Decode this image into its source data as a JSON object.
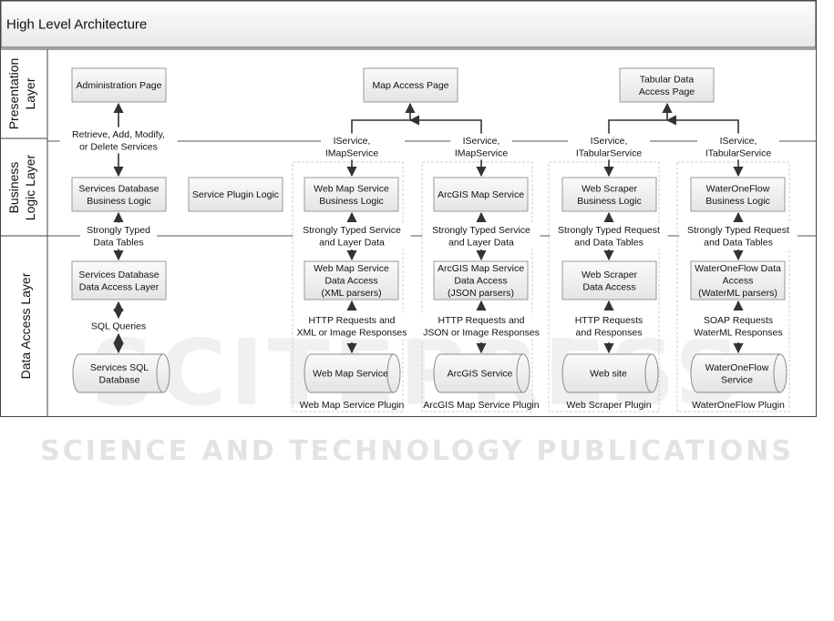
{
  "title": "High Level Architecture",
  "layers": {
    "presentation": [
      "Presentation",
      "Layer"
    ],
    "business": [
      "Business",
      "Logic Layer"
    ],
    "data": [
      "Data Access Layer"
    ]
  },
  "boxes": {
    "admin_page": [
      "Administration Page"
    ],
    "map_access_page": [
      "Map Access Page"
    ],
    "tabular_page": [
      "Tabular Data",
      "Access Page"
    ],
    "services_db_logic": [
      "Services Database",
      "Business Logic"
    ],
    "service_plugin_logic": [
      "Service Plugin Logic"
    ],
    "wms_logic": [
      "Web Map Service",
      "Business Logic"
    ],
    "arcgis_map_service": [
      "ArcGIS Map Service"
    ],
    "scraper_logic": [
      "Web Scraper",
      "Business Logic"
    ],
    "wof_logic": [
      "WaterOneFlow",
      "Business Logic"
    ],
    "services_db_dal": [
      "Services Database",
      "Data Access Layer"
    ],
    "wms_dal": [
      "Web Map Service",
      "Data Access",
      "(XML parsers)"
    ],
    "arcgis_dal": [
      "ArcGIS Map Service",
      "Data Access",
      "(JSON parsers)"
    ],
    "scraper_dal": [
      "Web Scraper",
      "Data Access"
    ],
    "wof_dal": [
      "WaterOneFlow Data",
      "Access",
      "(WaterML parsers)"
    ]
  },
  "stores": {
    "services_sql": [
      "Services SQL",
      "Database"
    ],
    "wms_store": [
      "Web Map Service"
    ],
    "arcgis_store": [
      "ArcGIS Service"
    ],
    "website_store": [
      "Web site"
    ],
    "wof_store": [
      "WaterOneFlow",
      "Service"
    ]
  },
  "labels": {
    "retrieve": [
      "Retrieve, Add, Modify,",
      "or Delete Services"
    ],
    "iservice_wms": [
      "IService,",
      "IMapService"
    ],
    "iservice_arcgis": [
      "IService,",
      "IMapService"
    ],
    "iservice_scraper": [
      "IService,",
      "ITabularService"
    ],
    "iservice_wof": [
      "IService,",
      "ITabularService"
    ],
    "typed_tables": [
      "Strongly Typed",
      "Data Tables"
    ],
    "typed_wms": [
      "Strongly Typed Service",
      "and Layer Data"
    ],
    "typed_arcgis": [
      "Strongly Typed Service",
      "and Layer Data"
    ],
    "typed_scraper": [
      "Strongly Typed Request",
      "and Data Tables"
    ],
    "typed_wof": [
      "Strongly Typed Request",
      "and Data Tables"
    ],
    "sql_queries": [
      "SQL Queries"
    ],
    "http_wms": [
      "HTTP Requests and",
      "XML or Image Responses"
    ],
    "http_arcgis": [
      "HTTP Requests and",
      "JSON or Image Responses"
    ],
    "http_scraper": [
      "HTTP Requests",
      "and Responses"
    ],
    "soap_wof": [
      "SOAP Requests",
      "WaterML Responses"
    ]
  },
  "plugins": {
    "wms": "Web Map Service Plugin",
    "arcgis": "ArcGIS Map Service Plugin",
    "scraper": "Web Scraper Plugin",
    "wof": "WaterOneFlow Plugin"
  },
  "watermark": {
    "main": "SCITEPRESS",
    "sub": "SCIENCE AND TECHNOLOGY PUBLICATIONS"
  }
}
